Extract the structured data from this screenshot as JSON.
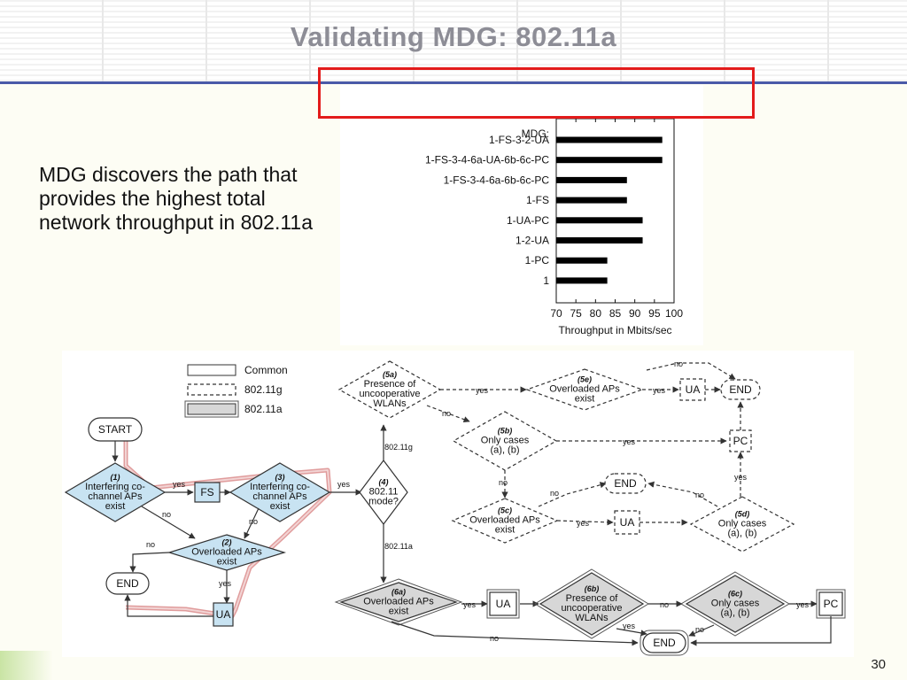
{
  "slide": {
    "title": "Validating MDG: 802.11a",
    "body": "MDG discovers the path that provides the highest total network throughput in 802.11a",
    "page_number": "30",
    "colors": {
      "title": "#8d8d96",
      "rule": "#4a5aa8",
      "highlight_box": "#e31b1b",
      "background": "#fdfdf4"
    }
  },
  "chart_data": {
    "type": "bar",
    "orientation": "horizontal",
    "header_label": "MDG:",
    "categories": [
      "1-FS-3-2-UA",
      "1-FS-3-4-6a-UA-6b-6c-PC",
      "1-FS-3-4-6a-6b-6c-PC",
      "1-FS",
      "1-UA-PC",
      "1-2-UA",
      "1-PC",
      "1"
    ],
    "values": [
      97,
      97,
      88,
      88,
      92,
      92,
      83,
      83
    ],
    "xlabel": "Throughput in Mbits/sec",
    "xticks": [
      "70",
      "75",
      "80",
      "85",
      "90",
      "95",
      "100"
    ],
    "xlim": [
      70,
      100
    ],
    "grid": false
  },
  "flowchart": {
    "legend": [
      "Common",
      "802.11g",
      "802.11a"
    ],
    "nodes": {
      "start": "START",
      "end_left": "END",
      "n1_id": "(1)",
      "n1": [
        "Interfering co-",
        "channel APs",
        "exist"
      ],
      "fs": "FS",
      "n3_id": "(3)",
      "n3": [
        "Interfering co-",
        "channel APs",
        "exist"
      ],
      "n2_id": "(2)",
      "n2": [
        "Overloaded APs",
        "exist"
      ],
      "ua_left": "UA",
      "n4_id": "(4)",
      "n4": [
        "802.11",
        "mode?"
      ],
      "n5a_id": "(5a)",
      "n5a": [
        "Presence of",
        "uncooperative",
        "WLANs"
      ],
      "n5e_id": "(5e)",
      "n5e": [
        "Overloaded APs",
        "exist"
      ],
      "ua_5e": "UA",
      "end_top": "END",
      "n5b_id": "(5b)",
      "n5b": [
        "Only cases",
        "(a), (b)"
      ],
      "pc_top": "PC",
      "end_mid": "END",
      "n5c_id": "(5c)",
      "n5c": [
        "Overloaded APs",
        "exist"
      ],
      "ua_5c": "UA",
      "n5d_id": "(5d)",
      "n5d": [
        "Only cases",
        "(a), (b)"
      ],
      "n6a_id": "(6a)",
      "n6a": [
        "Overloaded APs",
        "exist"
      ],
      "ua_6a": "UA",
      "n6b_id": "(6b)",
      "n6b": [
        "Presence of",
        "uncooperative",
        "WLANs"
      ],
      "n6c_id": "(6c)",
      "n6c": [
        "Only cases",
        "(a), (b)"
      ],
      "pc_bottom": "PC",
      "end_bottom": "END"
    },
    "edge_labels": {
      "n1_fs": "yes",
      "n1_n2": "no",
      "n3_n4": "yes",
      "n3_n2": "no",
      "n2_end": "no",
      "n2_ua": "yes",
      "n4_g": "802.11g",
      "n4_a": "802.11a",
      "n5a_n5e": "yes",
      "n5a_n5b": "no",
      "n5e_ua": "yes",
      "n5e_end": "no",
      "n5b_pc": "yes",
      "n5b_n5c": "no",
      "n5c_ua": "yes",
      "n5c_end": "no",
      "n5d_end": "no",
      "n5d_pc": "yes",
      "n6a_ua": "yes",
      "n6a_end": "no",
      "n6b_n6c": "no",
      "n6b_end": "yes",
      "n6c_pc": "yes",
      "n6c_end": "no"
    }
  }
}
